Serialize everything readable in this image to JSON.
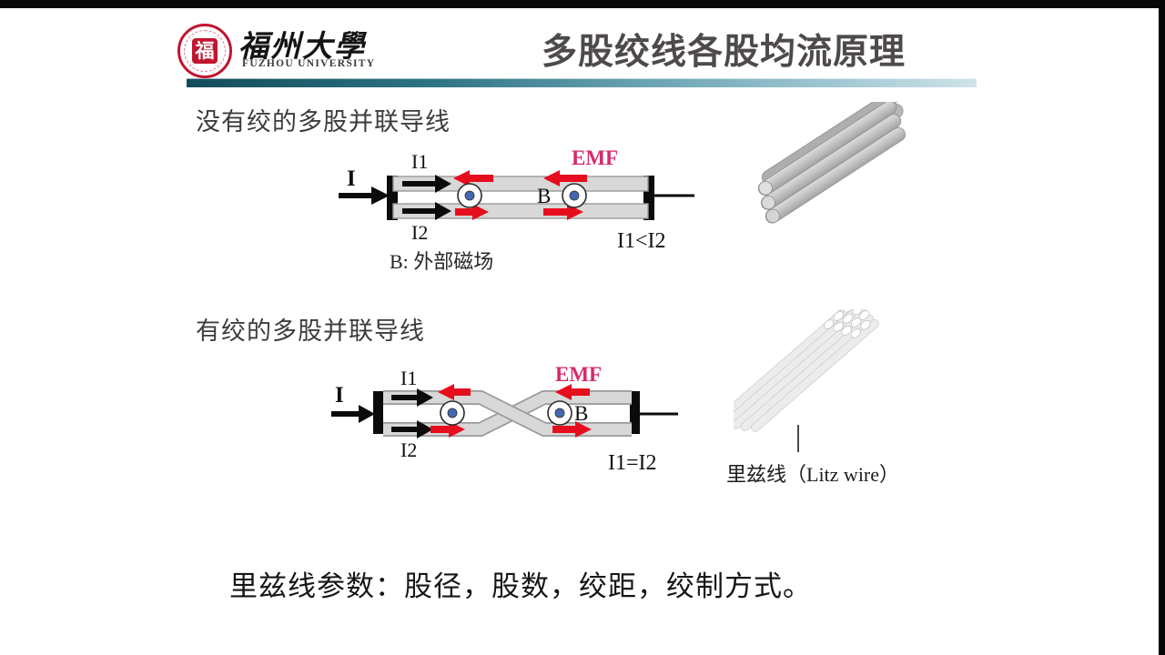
{
  "header": {
    "logo": {
      "seal_char": "福",
      "university_cn": "福州大學",
      "university_en": "FUZHOU UNIVERSITY"
    },
    "title": "多股绞线各股均流原理"
  },
  "sections": {
    "untwisted": {
      "heading": "没有绞的多股并联导线",
      "labels": {
        "current_in": "I",
        "branch1": "I1",
        "branch2": "I2",
        "emf": "EMF",
        "field": "B",
        "relation": "I1<I2",
        "field_note": "B: 外部磁场"
      }
    },
    "twisted": {
      "heading": "有绞的多股并联导线",
      "labels": {
        "current_in": "I",
        "branch1": "I1",
        "branch2": "I2",
        "emf": "EMF",
        "field": "B",
        "relation": "I1=I2"
      },
      "litz_caption": "里兹线（Litz wire）"
    }
  },
  "footer": {
    "summary": "里兹线参数：股径，股数，绞距，绞制方式。"
  },
  "colors": {
    "emf_label": "#d62a6c",
    "arrow_red": "#e60e1e",
    "wire_fill": "#d8d8d8",
    "wire_border": "#9a9a9a",
    "field_dot_blue": "#4468b2",
    "accent_teal_dark": "#124c5a",
    "accent_teal_light": "#cfe3e8",
    "logo_red": "#c01531",
    "title_gray": "#4e4a49"
  }
}
